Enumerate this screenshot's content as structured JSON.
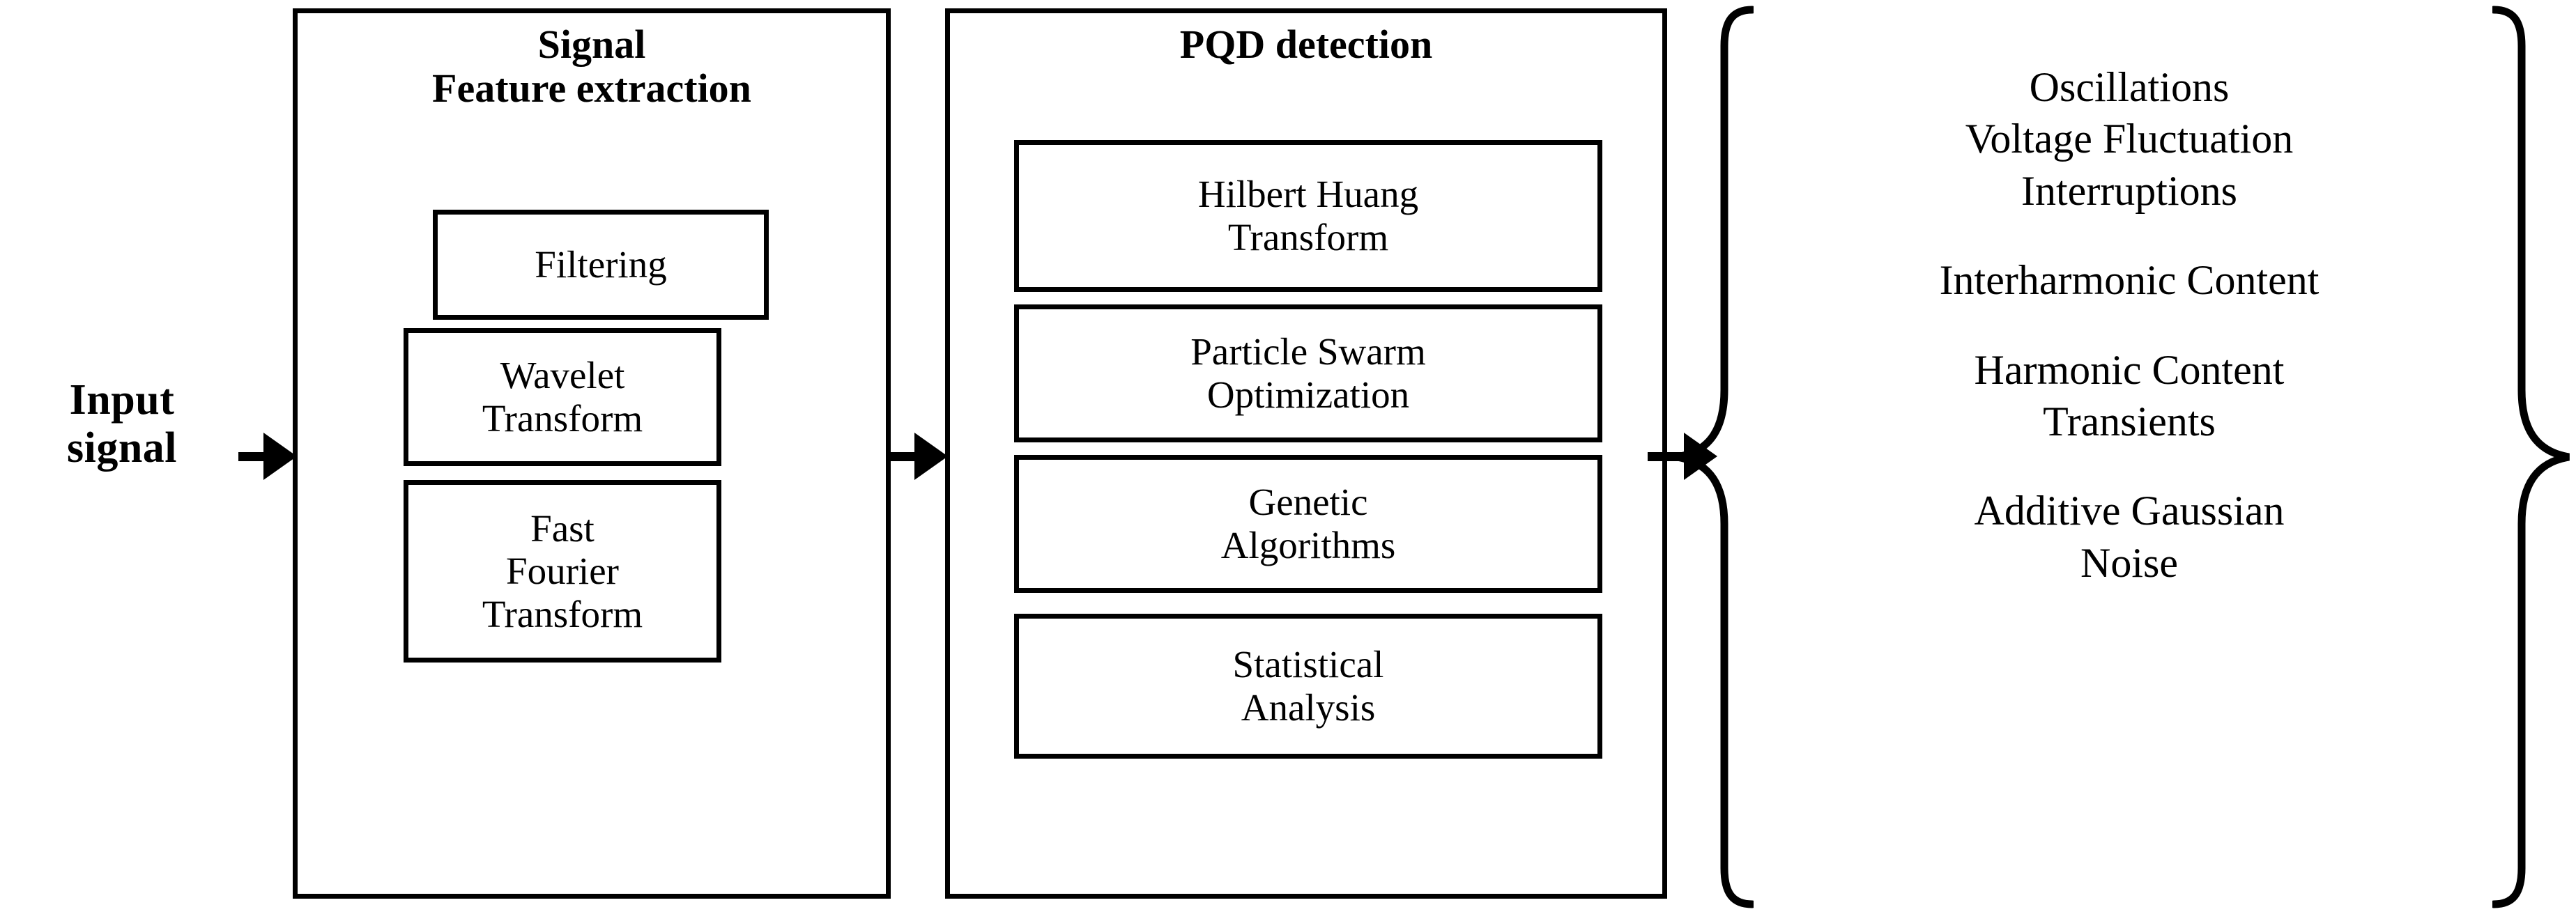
{
  "diagram": {
    "input": {
      "lines": [
        "Input",
        "signal"
      ]
    },
    "arrows": [
      {
        "name": "input-to-feature-extraction"
      },
      {
        "name": "feature-extraction-to-pqd-detection"
      },
      {
        "name": "pqd-detection-to-outcomes"
      }
    ],
    "stages": [
      {
        "id": "signal-feature-extraction",
        "title_lines": [
          "Signal",
          "Feature extraction"
        ],
        "boxes": [
          {
            "id": "filtering",
            "lines": [
              "Filtering"
            ]
          },
          {
            "id": "wavelet-transform",
            "lines": [
              "Wavelet",
              "Transform"
            ]
          },
          {
            "id": "fast-fourier-transform",
            "lines": [
              "Fast",
              "Fourier",
              "Transform"
            ]
          }
        ]
      },
      {
        "id": "pqd-detection",
        "title_lines": [
          "PQD detection"
        ],
        "boxes": [
          {
            "id": "hilbert-huang-transform",
            "lines": [
              "Hilbert Huang",
              "Transform"
            ]
          },
          {
            "id": "particle-swarm-optimization",
            "lines": [
              "Particle Swarm",
              "Optimization"
            ]
          },
          {
            "id": "genetic-algorithms",
            "lines": [
              "Genetic",
              "Algorithms"
            ]
          },
          {
            "id": "statistical-analysis",
            "lines": [
              "Statistical",
              "Analysis"
            ]
          }
        ]
      }
    ],
    "outcomes": {
      "groups": [
        {
          "id": "group-1",
          "lines": [
            "Oscillations",
            "Voltage Fluctuation",
            "Interruptions"
          ]
        },
        {
          "id": "group-2",
          "lines": [
            "Interharmonic Content"
          ]
        },
        {
          "id": "group-3",
          "lines": [
            "Harmonic Content",
            "Transients"
          ]
        },
        {
          "id": "group-4",
          "lines": [
            "Additive Gaussian",
            "Noise"
          ]
        }
      ]
    },
    "colors": {
      "stroke": "#000000",
      "background": "#ffffff"
    }
  }
}
